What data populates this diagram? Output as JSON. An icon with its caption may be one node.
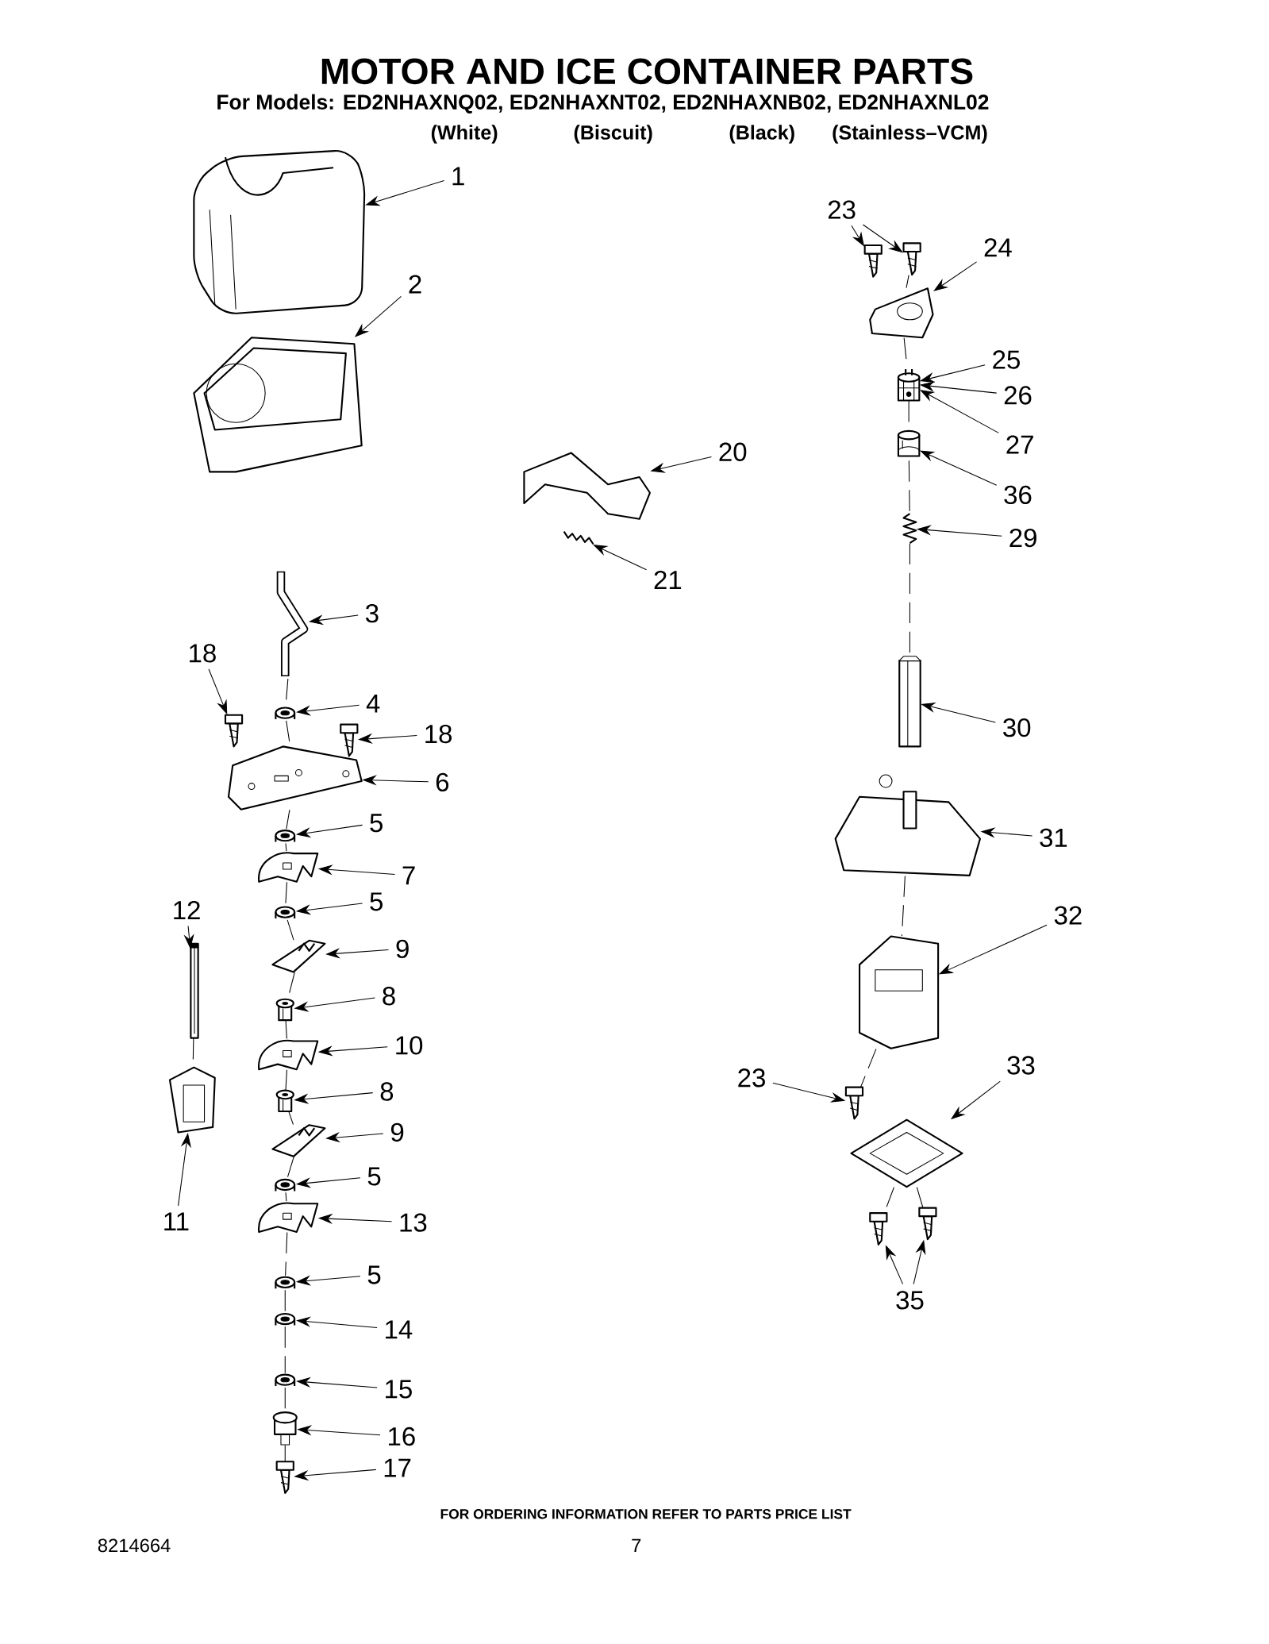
{
  "diagram": {
    "title": "MOTOR AND ICE CONTAINER PARTS",
    "nodes": [
      {
        "text": [
          "1"
        ]
      },
      {
        "text": [
          "23"
        ]
      },
      {
        "text": [
          "24"
        ]
      },
      {
        "text": [
          "2"
        ]
      },
      {
        "text": [
          "25"
        ]
      },
      {
        "text": [
          "26"
        ]
      },
      {
        "text": [
          "27"
        ]
      },
      {
        "text": [
          "20"
        ]
      },
      {
        "text": [
          "36"
        ]
      },
      {
        "text": [
          "29"
        ]
      },
      {
        "text": [
          "21"
        ]
      },
      {
        "text": [
          "3"
        ]
      },
      {
        "text": [
          "18"
        ]
      },
      {
        "text": [
          "4"
        ]
      },
      {
        "text": [
          "30"
        ]
      },
      {
        "text": [
          "18"
        ]
      },
      {
        "text": [
          "6"
        ]
      },
      {
        "text": [
          "5"
        ]
      },
      {
        "text": [
          "31"
        ]
      },
      {
        "text": [
          "7"
        ]
      },
      {
        "text": [
          "5"
        ]
      },
      {
        "text": [
          "12"
        ]
      },
      {
        "text": [
          "32"
        ]
      },
      {
        "text": [
          "9"
        ]
      },
      {
        "text": [
          "8"
        ]
      },
      {
        "text": [
          "10"
        ]
      },
      {
        "text": [
          "33"
        ]
      },
      {
        "text": [
          "23"
        ]
      },
      {
        "text": [
          "8"
        ]
      },
      {
        "text": [
          "9"
        ]
      },
      {
        "text": [
          "5"
        ]
      },
      {
        "text": [
          "11"
        ]
      },
      {
        "text": [
          "13"
        ]
      },
      {
        "text": [
          "5"
        ]
      },
      {
        "text": [
          "35"
        ]
      },
      {
        "text": [
          "14"
        ]
      },
      {
        "text": [
          "15"
        ]
      },
      {
        "text": [
          "16"
        ]
      },
      {
        "text": [
          "17"
        ]
      },
      {
        "text": [],
        "shape": "picture"
      },
      {
        "text": [],
        "shape": "picture"
      },
      {
        "text": [],
        "shape": "picture"
      },
      {
        "text": [],
        "shape": "picture"
      },
      {
        "text": [],
        "shape": "picture"
      },
      {
        "text": [],
        "shape": "picture"
      },
      {
        "text": [],
        "shape": "picture"
      },
      {
        "text": [],
        "shape": "picture"
      },
      {
        "text": [],
        "shape": "picture"
      },
      {
        "text": [],
        "shape": "picture"
      },
      {
        "text": [],
        "shape": "picture"
      },
      {
        "text": [],
        "shape": "picture"
      },
      {
        "text": [],
        "shape": "picture"
      },
      {
        "text": [],
        "shape": "picture"
      },
      {
        "text": [],
        "shape": "picture"
      },
      {
        "text": [],
        "shape": "picture"
      },
      {
        "text": [],
        "shape": "picture"
      },
      {
        "text": [],
        "shape": "picture"
      },
      {
        "text": [],
        "shape": "picture"
      },
      {
        "text": [],
        "shape": "picture"
      },
      {
        "text": [],
        "shape": "picture"
      },
      {
        "text": [],
        "shape": "picture"
      },
      {
        "text": [],
        "shape": "picture"
      },
      {
        "text": [],
        "shape": "picture"
      },
      {
        "text": [],
        "shape": "picture"
      },
      {
        "text": [],
        "shape": "picture"
      },
      {
        "text": [],
        "shape": "picture"
      },
      {
        "text": [],
        "shape": "picture"
      },
      {
        "text": [],
        "shape": "picture"
      },
      {
        "text": [],
        "shape": "picture"
      },
      {
        "text": [],
        "shape": "picture"
      },
      {
        "text": [],
        "shape": "picture"
      },
      {
        "text": [],
        "shape": "picture"
      },
      {
        "text": [],
        "shape": "picture"
      },
      {
        "text": [],
        "shape": "picture"
      },
      {
        "text": [],
        "shape": "picture"
      },
      {
        "text": [],
        "shape": "picture"
      },
      {
        "text": [],
        "shape": "picture"
      },
      {
        "text": [],
        "shape": "picture"
      }
    ],
    "edges": [
      {
        "from": 0,
        "to": 39,
        "arrow": "to"
      },
      {
        "from": 1,
        "to": 41,
        "arrow": "to"
      },
      {
        "from": 1,
        "to": 42,
        "arrow": "to"
      },
      {
        "from": 2,
        "to": 43,
        "arrow": "to"
      },
      {
        "from": 3,
        "to": 40,
        "arrow": "to"
      },
      {
        "from": 4,
        "to": 44,
        "arrow": "to"
      },
      {
        "from": 5,
        "to": 44,
        "arrow": "to"
      },
      {
        "from": 6,
        "to": 44,
        "arrow": "to"
      },
      {
        "from": 7,
        "to": 46,
        "arrow": "to"
      },
      {
        "from": 8,
        "to": 45,
        "arrow": "to"
      },
      {
        "from": 9,
        "to": 48,
        "arrow": "to"
      },
      {
        "from": 10,
        "to": 47,
        "arrow": "to"
      },
      {
        "from": 11,
        "to": 49,
        "arrow": "to"
      },
      {
        "from": 12,
        "to": 50,
        "arrow": "to"
      },
      {
        "from": 13,
        "to": 51,
        "arrow": "to"
      },
      {
        "from": 14,
        "to": 54,
        "arrow": "to"
      },
      {
        "from": 15,
        "to": 52,
        "arrow": "to"
      },
      {
        "from": 16,
        "to": 53,
        "arrow": "to"
      },
      {
        "from": 17,
        "to": 55,
        "arrow": "to"
      },
      {
        "from": 18,
        "to": 56,
        "arrow": "to"
      },
      {
        "from": 19,
        "to": 57,
        "arrow": "to"
      },
      {
        "from": 20,
        "to": 58,
        "arrow": "to"
      },
      {
        "from": 21,
        "to": 59,
        "arrow": "to"
      },
      {
        "from": 22,
        "to": 60,
        "arrow": "to"
      },
      {
        "from": 23,
        "to": 61,
        "arrow": "to"
      },
      {
        "from": 24,
        "to": 62,
        "arrow": "to"
      },
      {
        "from": 25,
        "to": 63,
        "arrow": "to"
      },
      {
        "from": 26,
        "to": 64,
        "arrow": "to"
      },
      {
        "from": 27,
        "to": 65,
        "arrow": "to"
      },
      {
        "from": 28,
        "to": 66,
        "arrow": "to"
      },
      {
        "from": 29,
        "to": 67,
        "arrow": "to"
      },
      {
        "from": 30,
        "to": 68,
        "arrow": "to"
      },
      {
        "from": 31,
        "to": 69,
        "arrow": "to"
      },
      {
        "from": 32,
        "to": 70,
        "arrow": "to"
      },
      {
        "from": 33,
        "to": 71,
        "arrow": "to"
      },
      {
        "from": 34,
        "to": 72,
        "arrow": "to"
      },
      {
        "from": 34,
        "to": 73,
        "arrow": "to"
      },
      {
        "from": 35,
        "to": 74,
        "arrow": "to"
      },
      {
        "from": 36,
        "to": 75,
        "arrow": "to"
      },
      {
        "from": 37,
        "to": 76,
        "arrow": "to"
      },
      {
        "from": 38,
        "to": 77,
        "arrow": "to"
      },
      {
        "from": 49,
        "to": 51,
        "arrow": "none",
        "style": "dashed"
      },
      {
        "from": 51,
        "to": 53,
        "arrow": "none",
        "style": "dashed"
      },
      {
        "from": 53,
        "to": 55,
        "arrow": "none",
        "style": "dashed"
      },
      {
        "from": 55,
        "to": 57,
        "arrow": "none",
        "style": "dashed"
      },
      {
        "from": 57,
        "to": 58,
        "arrow": "none",
        "style": "dashed"
      },
      {
        "from": 58,
        "to": 61,
        "arrow": "none",
        "style": "dashed"
      },
      {
        "from": 61,
        "to": 62,
        "arrow": "none",
        "style": "dashed"
      },
      {
        "from": 62,
        "to": 63,
        "arrow": "none",
        "style": "dashed"
      },
      {
        "from": 63,
        "to": 66,
        "arrow": "none",
        "style": "dashed"
      },
      {
        "from": 66,
        "to": 67,
        "arrow": "none",
        "style": "dashed"
      },
      {
        "from": 67,
        "to": 68,
        "arrow": "none",
        "style": "dashed"
      },
      {
        "from": 68,
        "to": 70,
        "arrow": "none",
        "style": "dashed"
      },
      {
        "from": 70,
        "to": 71,
        "arrow": "none",
        "style": "dashed"
      },
      {
        "from": 71,
        "to": 74,
        "arrow": "none",
        "style": "dashed"
      },
      {
        "from": 74,
        "to": 75,
        "arrow": "none",
        "style": "dashed"
      },
      {
        "from": 75,
        "to": 76,
        "arrow": "none",
        "style": "dashed"
      },
      {
        "from": 76,
        "to": 77,
        "arrow": "none",
        "style": "dashed"
      },
      {
        "from": 42,
        "to": 43,
        "arrow": "none",
        "style": "dashed"
      },
      {
        "from": 43,
        "to": 44,
        "arrow": "none",
        "style": "dashed"
      },
      {
        "from": 44,
        "to": 45,
        "arrow": "none",
        "style": "dashed"
      },
      {
        "from": 45,
        "to": 48,
        "arrow": "none",
        "style": "dashed"
      },
      {
        "from": 48,
        "to": 54,
        "arrow": "none",
        "style": "dashed"
      },
      {
        "from": 56,
        "to": 60,
        "arrow": "none",
        "style": "dashed"
      },
      {
        "from": 60,
        "to": 65,
        "arrow": "none",
        "style": "dashed"
      },
      {
        "from": 64,
        "to": 72,
        "arrow": "none",
        "style": "dashed"
      },
      {
        "from": 64,
        "to": 73,
        "arrow": "none",
        "style": "dashed"
      },
      {
        "from": 59,
        "to": 69,
        "arrow": "none",
        "style": "dashed"
      }
    ],
    "labels": [
      "For Models: ED2NHAXNQ02, ED2NHAXNT02, ED2NHAXNB02, ED2NHAXNL02",
      "(White)",
      "(Biscuit)",
      "(Black)",
      "(Stainless–VCM)",
      "FOR ORDERING INFORMATION REFER TO PARTS PRICE LIST",
      "8214664",
      "7"
    ]
  }
}
